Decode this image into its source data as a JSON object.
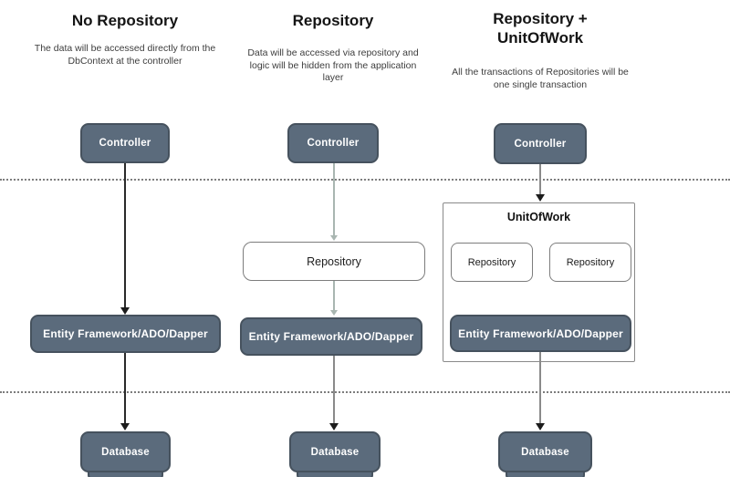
{
  "diagram": {
    "columns": [
      {
        "title": "No Repository",
        "subtitle": "The data will be accessed directly from the DbContext at the controller",
        "controller": "Controller",
        "ef": "Entity Framework/ADO/Dapper",
        "database": "Database"
      },
      {
        "title": "Repository",
        "subtitle": "Data will be accessed via repository and logic will be hidden from the application layer",
        "controller": "Controller",
        "repository": "Repository",
        "ef": "Entity Framework/ADO/Dapper",
        "database": "Database"
      },
      {
        "title": "Repository + UnitOfWork",
        "subtitle": "All the transactions of Repositories will be one single transaction",
        "controller": "Controller",
        "unit_of_work": "UnitOfWork",
        "repository_1": "Repository",
        "repository_2": "Repository",
        "ef": "Entity Framework/ADO/Dapper",
        "database": "Database"
      }
    ],
    "colors": {
      "dark_box_fill": "#5b6b7c",
      "dark_box_border": "#46525e",
      "dark_box_text": "#ffffff",
      "light_box_border": "#7d7d7d",
      "container_border": "#8a8a8a",
      "light_arrow": "#a9b6b1",
      "gray_line": "#8a8a8a",
      "black_arrow": "#1c1c1c",
      "dotted_divider": "#7d7d7d",
      "background": "#ffffff"
    }
  }
}
